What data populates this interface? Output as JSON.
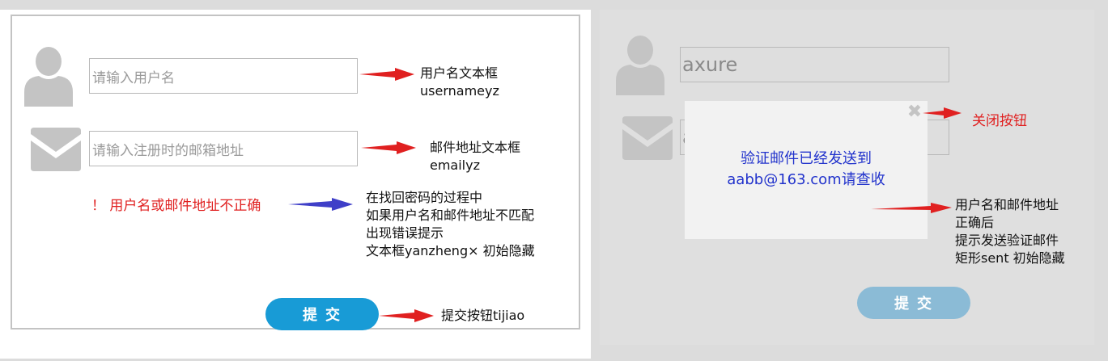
{
  "left": {
    "username_placeholder": "请输入用户名",
    "email_placeholder": "请输入注册时的邮箱地址",
    "error_message": "！ 用户名或邮件地址不正确",
    "submit_label": "提交",
    "annotations": {
      "username": [
        "用户名文本框",
        "usernameyz"
      ],
      "email": [
        "邮件地址文本框",
        "emailyz"
      ],
      "error": [
        "在找回密码的过程中",
        "如果用户名和邮件地址不匹配",
        "出现错误提示",
        "文本框yanzheng× 初始隐藏"
      ],
      "submit": [
        "提交按钮tijiao"
      ]
    }
  },
  "right": {
    "username_value": "axure",
    "email_value_partial": "a",
    "submit_label": "提交",
    "modal_text": [
      "验证邮件已经发送到",
      "aabb@163.com请查收"
    ],
    "close_glyph": "✖",
    "annotations": {
      "close": "关闭按钮",
      "sent": [
        "用户名和邮件地址",
        "正确后",
        "提示发送验证邮件",
        "矩形sent 初始隐藏"
      ]
    }
  },
  "colors": {
    "error_red": "#e02020",
    "arrow_red": "#e02020",
    "arrow_blue": "#3f3fc8",
    "button_blue": "#189bd6",
    "button_blue_dim": "#8bbbd6",
    "modal_text_blue": "#2233cc",
    "icon_gray": "#c4c4c4"
  },
  "icons": [
    "user-icon",
    "mail-icon",
    "close-icon"
  ]
}
